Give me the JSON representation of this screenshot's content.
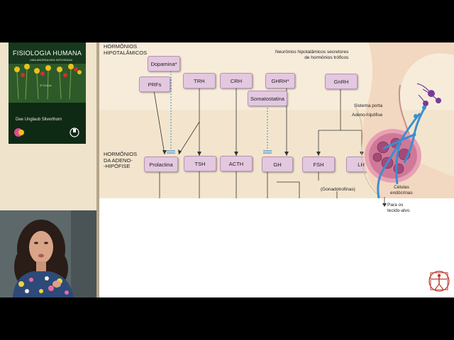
{
  "book": {
    "title": "FISIOLOGIA HUMANA",
    "subtitle": "UMA ABORDAGEM INTEGRADA",
    "edition": "5ª Edição",
    "author": "Dee Unglaub Silverthorn"
  },
  "diagram": {
    "section_hypothalamic": "HORMÔNIOS\nHIPOTALÂMICOS",
    "section_adeno": "HORMÔNIOS\nDA ADENO-\n-HIPÓFISE",
    "hypothalamic_hormones": {
      "dopamina": "Dopamina*",
      "prfs": "PRFs",
      "trh": "TRH",
      "crh": "CRH",
      "ghrh": "GHRH*",
      "somatostatina": "Somatostatina",
      "gnrh": "GnRH"
    },
    "adeno_hormones": {
      "prolactina": "Prolactina",
      "tsh": "TSH",
      "acth": "ACTH",
      "gh": "GH",
      "fsh": "FSH",
      "lh": "LH"
    },
    "gonadotrofinas": "(Gonadotrofinas)",
    "anatomy": {
      "neurons": "Neurônios hipotalâmicos secretores\nde hormônios tróficos",
      "portal": "Sistema porta",
      "adeno": "Adeno-hipófise",
      "cells": "Células\nendócrinas",
      "target": "Para os\ntecido-alvo"
    }
  },
  "colors": {
    "hormone_box": "#e3c8e0",
    "inhibition_line": "#3a8fd0",
    "portal_vessel": "#3a8fd0",
    "background_top": "#f7ecda",
    "background_mid": "#f3e5cd"
  }
}
